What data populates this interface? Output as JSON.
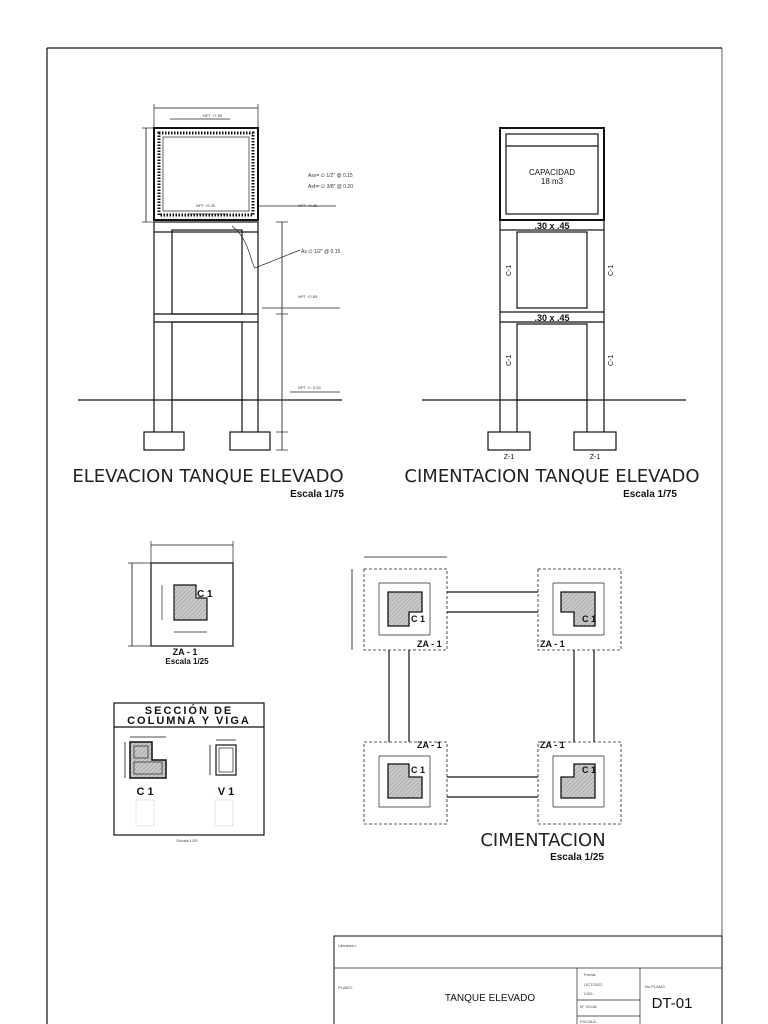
{
  "elevation": {
    "title": "ELEVACION TANQUE ELEVADO",
    "scale": "Escala 1/75",
    "reinf_1": "Asv= ∅ 1/2\" @ 0.15",
    "reinf_2": "Ash= ∅ 3/8\" @ 0.20",
    "reinf_3": "As ∅ 1/2\" @ 0.15",
    "level_top": "NPT +7.85",
    "level_2": "NPT +5.35",
    "level_3": "NPT +2.65",
    "level_ground": "NPT +/- 0.00"
  },
  "foundation_elevation": {
    "title": "CIMENTACION TANQUE ELEVADO",
    "scale": "Escala 1/75",
    "capacity_label": "CAPACIDAD",
    "capacity_value": "18 m3",
    "beam_upper": ".30 x .45",
    "beam_lower": ".30 x .45",
    "column_label": "C-1",
    "footing_label": "Z-1"
  },
  "za1_detail": {
    "title": "ZA - 1",
    "scale": "Escala 1/25",
    "column": "C 1"
  },
  "section": {
    "title_1": "SECCIÓN DE",
    "title_2": "COLUMNA Y VIGA",
    "col_label": "C 1",
    "beam_label": "V 1",
    "scale": "Escala 1/25"
  },
  "foundation_plan": {
    "title": "CIMENTACION",
    "scale": "Escala 1/25",
    "footing": "ZA - 1",
    "column": "C 1"
  },
  "title_block": {
    "ubicacion_label": "Ubicación:",
    "plano_label": "PLANO:",
    "plano_value": "TANQUE ELEVADO",
    "fecha_label": "Fecha:",
    "fecha_value": "OCT/2022",
    "cad_label": "CAD:",
    "hoja_label": "N° HOJA:",
    "escala_label": "ESCALA:",
    "no_plano_label": "No.PLANO",
    "no_plano_value": "DT-01"
  }
}
